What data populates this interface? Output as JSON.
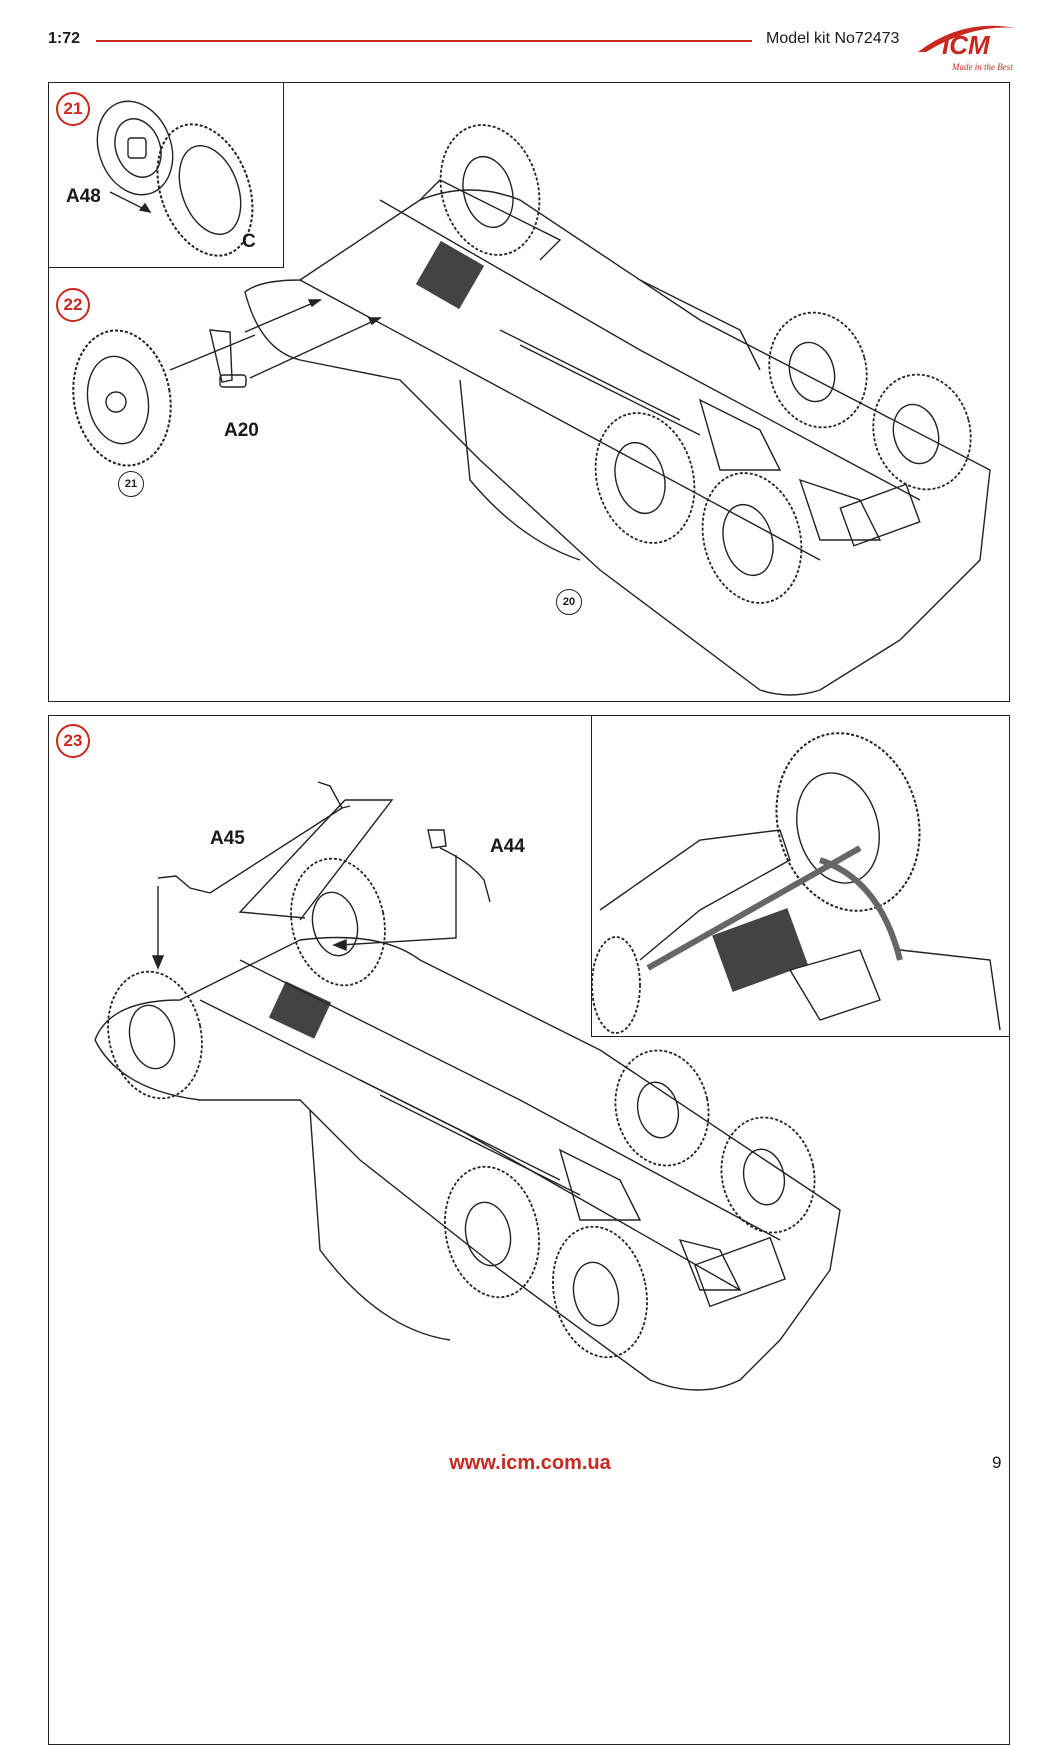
{
  "header": {
    "scale": "1:72",
    "kit": "Model kit No72473",
    "logo_text": "ICM",
    "logo_tagline": "Made in the Best"
  },
  "steps": {
    "s21": {
      "number": "21",
      "labels": {
        "wheel_hub": "A48",
        "tire": "C"
      }
    },
    "s22": {
      "number": "22",
      "labels": {
        "part": "A20",
        "ref_wheel": "21",
        "ref_body": "20"
      }
    },
    "s23": {
      "number": "23",
      "labels": {
        "rod": "A45",
        "pipe": "A44"
      }
    }
  },
  "footer": {
    "url": "www.icm.com.ua",
    "page": "9"
  },
  "colors": {
    "accent": "#c8281e",
    "line": "#222222"
  }
}
